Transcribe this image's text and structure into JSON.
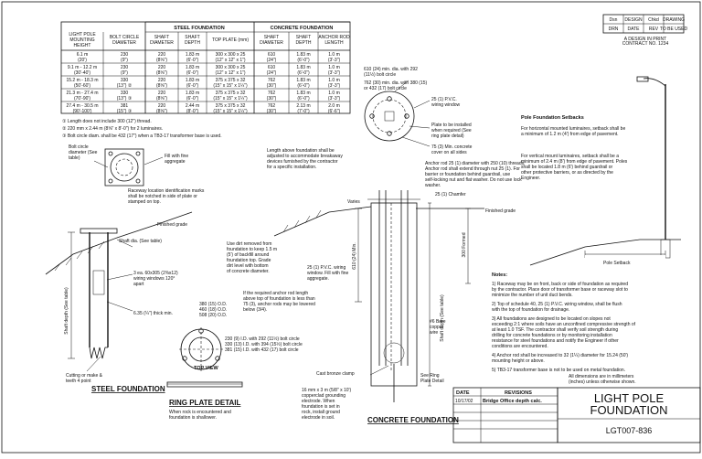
{
  "table": {
    "group_steel": "STEEL FOUNDATION",
    "group_concrete": "CONCRETE FOUNDATION",
    "headers": [
      "LIGHT POLE MOUNTING HEIGHT",
      "BOLT CIRCLE DIAMETER",
      "SHAFT DIAMETER",
      "SHAFT DEPTH",
      "TOP PLATE (mm)",
      "SHAFT DIAMETER",
      "SHAFT DEPTH",
      "ANCHOR ROD LENGTH"
    ],
    "rows": [
      [
        "6.1 m (20')",
        "230 (9\")",
        "220 (8⅝\")",
        "1.83 m (6'-0\")",
        "300 x 300 x 25 (12\" x 12\" x 1\")",
        "610 (24\")",
        "1.83 m (6'-0\")",
        "1.0 m (3'-3\")"
      ],
      [
        "9.1 m - 12.2 m (30'-40')",
        "230 (9\")",
        "220 (8⅝\")",
        "1.83 m (6'-0\")",
        "300 x 300 x 25 (12\" x 12\" x 1\")",
        "610 (24\")",
        "1.83 m (6'-0\")",
        "1.0 m (3'-3\")"
      ],
      [
        "15.2 m - 18.3 m (50'-60')",
        "330 (13\") ②",
        "220 (8⅝\")",
        "1.83 m (6'-0\")",
        "375 x 375 x 32 (15\" x 15\" x 1¼\")",
        "762 (30\")",
        "1.83 m (6'-0\")",
        "1.0 m (3'-3\")"
      ],
      [
        "21.3 m - 27.4 m (70'-90')",
        "330 (13\") ③",
        "220 (8⅝\")",
        "1.83 m (6'-0\")",
        "375 x 375 x 32 (15\" x 15\" x 1¼\")",
        "762 (30\")",
        "1.83 m (6'-0\")",
        "1.0 m (3'-3\")"
      ],
      [
        "27.4 m - 30.5 m (90'-100')",
        "381 (15\") ③",
        "220 (8⅝\")",
        "2.44 m (8'-0\")",
        "375 x 375 x 32 (15\" x 15\" x 1¼\")",
        "762 (30\")",
        "2.13 m (7'-0\")",
        "2.0 m (6'-6\")"
      ]
    ]
  },
  "table_notes": [
    "① Length does not include 300 (12\") thread.",
    "② 220 mm x 2.44 m (8⅝\" x 8'-0\") for 2 luminaires.",
    "③ Bolt circle diam. shall be 432 (17\") when a TB3-17 transformer base is used."
  ],
  "labels": {
    "bolt_circle": "Bolt circle diameter (See table)",
    "fill_aggregate": "Fill with fine aggregate",
    "raceway_location": "Raceway location identification marks shall be notched in side of plate or stamped on top.",
    "finished_grade": "Finished grade",
    "shaft_dia": "Shaft dia. (See table)",
    "slots": "3 ea. 60x305 (2⅜x12) wiring windows 120° apart",
    "thick": "6.35 (¼\") thick min.",
    "shaft_depth": "Shaft depth (See table)",
    "cutting": "Cutting or make & teeth 4 point",
    "top_view": "TOP VIEW",
    "ring_dims": "380 (15) O.D.\n460 (18) O.D.\n508 (20) O.D.",
    "ring_notes": "230 (9) I.D. with 292 (11½) bolt circle\n330 (13) I.D. with 394 (15½) bolt circle\n381 (15) I.D. with 432 (17) bolt circle",
    "ring_footer": "When rock is encountered and foundation is shallower.",
    "plate_note": "Plate to be installed when required (See ring plate detail)",
    "wiring_window": "25 (1) P.V.C. wiring window",
    "conduit": "75 (3) Min. concrete cover on all sides",
    "concrete_min": "610 (24) min. dia. with 292 (11½) bolt circle",
    "concrete_min2": "762 (30) min. dia. with 380 (15) or 432 (17) bolt circle",
    "length_above": "Length above foundation shall be adjusted to accommodate breakaway devices furnished by the contractor for a specific installation.",
    "anchor_rod": "Anchor rod 25 (1) diameter with 250 (10) threads. Anchor rod shall extend through nut 25 (1). For barrier or foundation behind guardrail, use self-locking nut and flat washer. Do not use lock washer.",
    "chamfer": "25 (1) Chamfer",
    "use_dirt": "Use dirt removed from foundation to keep 1.5 m (5') of backfill around foundation top. Grade dirt level with bottom of concrete diameter.",
    "fill_fine": "25 (1) P.V.C. wiring window. Fill with fine aggregate.",
    "rod_length": "If the required anchor rod length above top of foundation is less than 75 (3), anchor rods may be lowered below (3/4).",
    "bare_copper": "#6 Bare copper wire",
    "sawing": "See Ring Plate Detail",
    "cast_bronze": "Cast bronze clamp",
    "copper_clad": "16 mm x 3 m (5/8\" x 10') copperclad grounding electrode. When foundation is set in rock, install ground electrode in soil.",
    "pole_setback_title": "Pole Foundation Setbacks",
    "pole_setback_text1": "For horizontal mounted luminaires, setback shall be a minimum of 1.2 m (4') from edge of pavement.",
    "pole_setback_text2": "For vertical mount luminaires, setback shall be a minimum of 2.4 m (8') from edge of pavement. Poles shall be located 1.8 m (6') behind guardrail or other protective barriers, or as directed by the Engineer.",
    "pole_setback_label": "Pole Setback",
    "dim_300": "300 Formed",
    "dim_610": "610 (24) Min.",
    "concrete_depth": "Shaft depth (See table)",
    "varies": "Varies"
  },
  "notes": {
    "title": "Notes:",
    "items": [
      "1) Raceway may be on front, back or side of foundation as required by the contractor. Place door of transformer base or raceway slot to minimize the number of unit duct bends.",
      "2) Top of schedule 40, 25 (1) P.V.C. wiring window, shall be flush with the top of foundation for drainage.",
      "3) All foundations are designed to be located on slopes not exceeding 2:1 where soils have an unconfined compressive strength of at least 1.0 TSF. The contractor shall verify soil strength during drilling for concrete foundations or by monitoring installation resistance for steel foundations and notify the Engineer if other conditions are encountered.",
      "4) Anchor rod shall be increased to 32 (1¼) diameter for 15.24 (50') mounting height or above.",
      "5) TB3-17 transformer base is not to be used on metal foundation."
    ],
    "dim_note": "All dimensions are in millimeters (inches) unless otherwise shown."
  },
  "views": {
    "steel": "STEEL FOUNDATION",
    "ring": "RING PLATE DETAIL",
    "concrete": "CONCRETE FOUNDATION"
  },
  "revisions": {
    "date_header": "DATE",
    "revisions_header": "REVISIONS",
    "rows": [
      {
        "date": "10/17/02",
        "text": "Bridge Office depth calc."
      }
    ]
  },
  "title_block": {
    "title_line1": "LIGHT POLE",
    "title_line2": "FOUNDATION",
    "drawing_no": "LGT007-836"
  },
  "stamp": {
    "cells": [
      "Dsn",
      "DESIGN",
      "Chkd",
      "DRAWING",
      "DRN",
      "DATE",
      "REV",
      "TO BE USED"
    ],
    "note": "A DESIGN IN PRINT\nCONTRACT NO. 1234"
  }
}
